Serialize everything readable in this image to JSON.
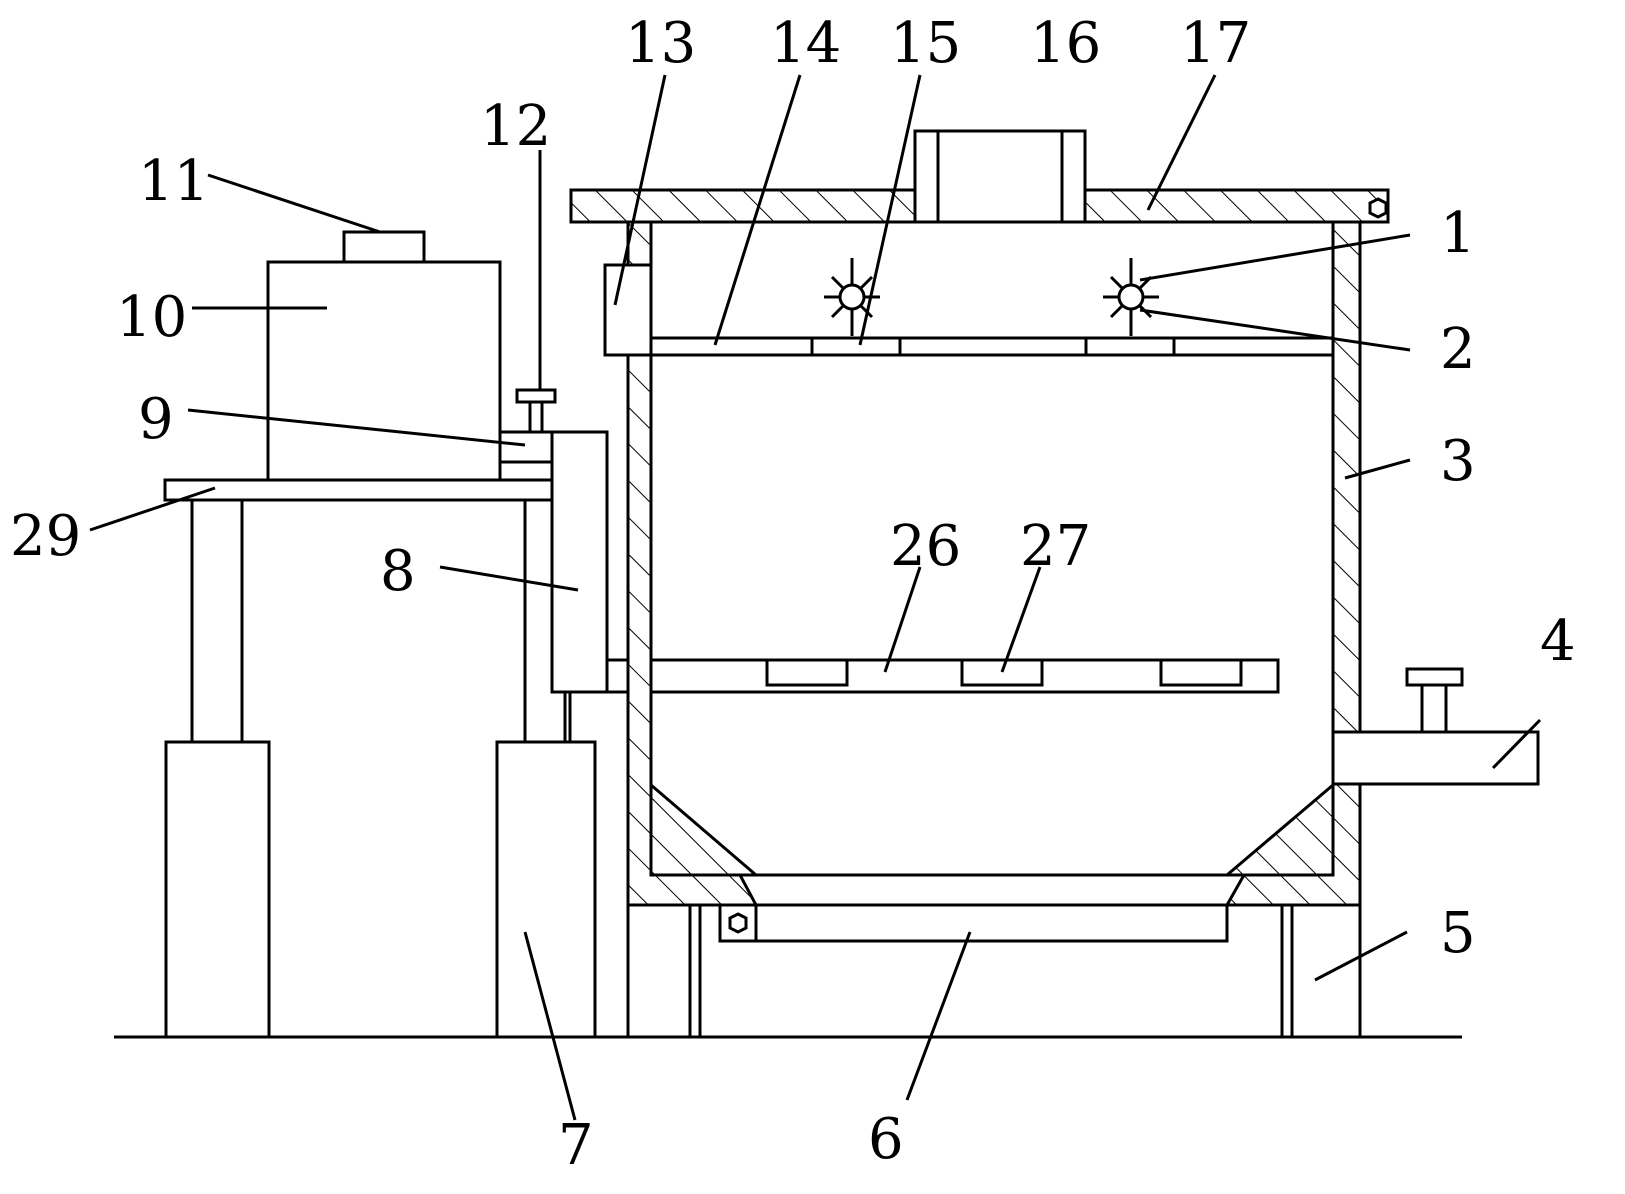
{
  "labels": {
    "l1": "1",
    "l2": "2",
    "l3": "3",
    "l4": "4",
    "l5": "5",
    "l6": "6",
    "l7": "7",
    "l8": "8",
    "l9": "9",
    "l10": "10",
    "l11": "11",
    "l12": "12",
    "l13": "13",
    "l14": "14",
    "l15": "15",
    "l16": "16",
    "l17": "17",
    "l26": "26",
    "l27": "27",
    "l29": "29"
  },
  "colors": {
    "line": "#000000",
    "background": "#ffffff"
  }
}
